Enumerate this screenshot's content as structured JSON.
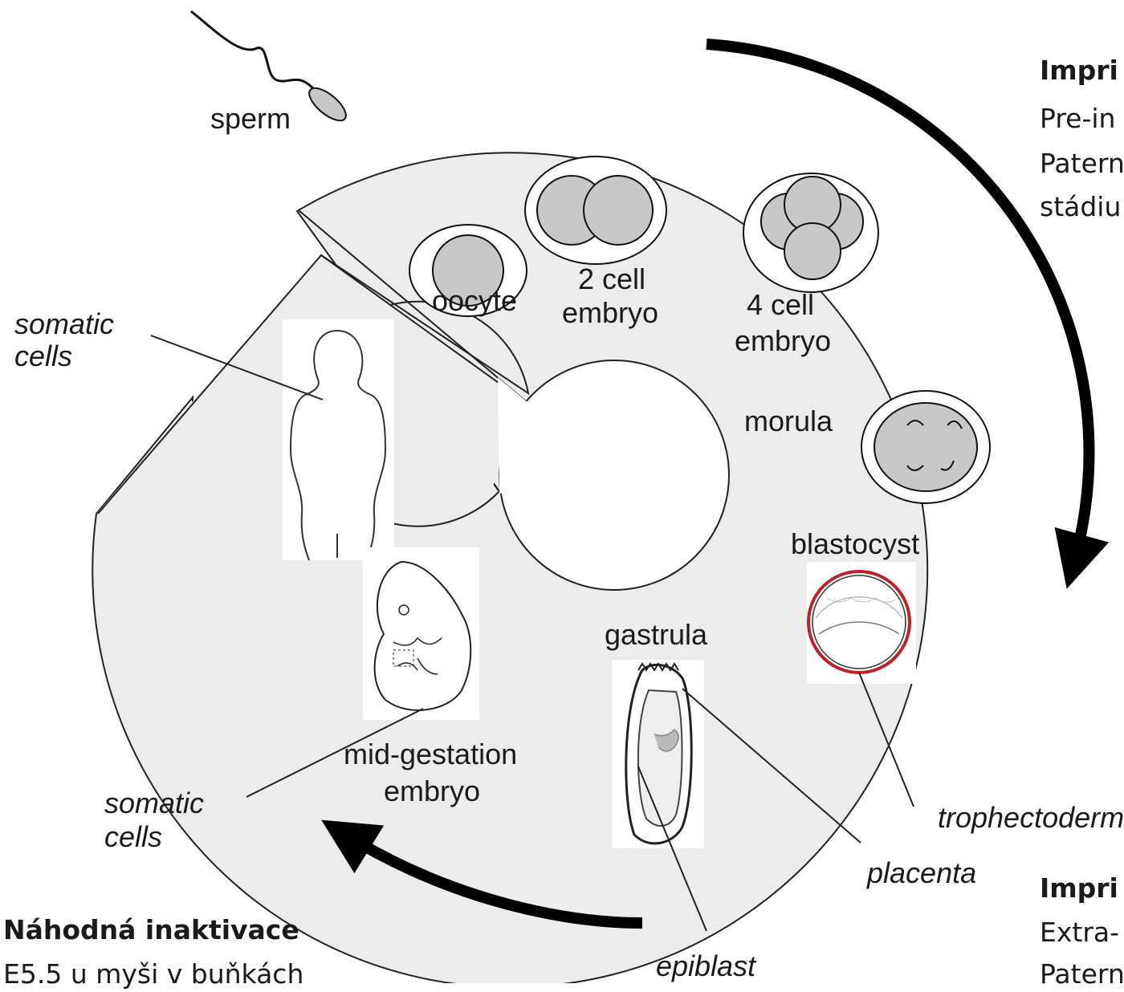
{
  "labels": {
    "sperm": "sperm",
    "oocyte": "oocyte",
    "cell2_line1": "2 cell",
    "cell2_line2": "embryo",
    "cell4_line1": "4 cell",
    "cell4_line2": "embryo",
    "morula": "morula",
    "blastocyst": "blastocyst",
    "gastrula": "gastrula",
    "midgestation_line1": "mid-gestation",
    "midgestation_line2": "embryo",
    "somatic_top_line1": "somatic",
    "somatic_top_line2": "cells",
    "somatic_bottom_line1": "somatic",
    "somatic_bottom_line2": "cells",
    "trophectoderm": "trophectoderm",
    "placenta": "placenta",
    "epiblast": "epiblast"
  },
  "text_top_right": {
    "heading": "Impri",
    "line1": "Pre-in",
    "line2": "Patern",
    "line3": "stádiu"
  },
  "text_bottom_right": {
    "heading": "Impri",
    "line1": "Extra-",
    "line2": "Patern"
  },
  "text_bottom_left": {
    "heading": "Náhodná inaktivace",
    "line1": "E5.5 u myši v buňkách"
  },
  "colors": {
    "disc_fill": "#ececec",
    "cell_fill": "#c8c8c8",
    "trophectoderm_ring": "#c0202a",
    "arrow": "#000000"
  }
}
